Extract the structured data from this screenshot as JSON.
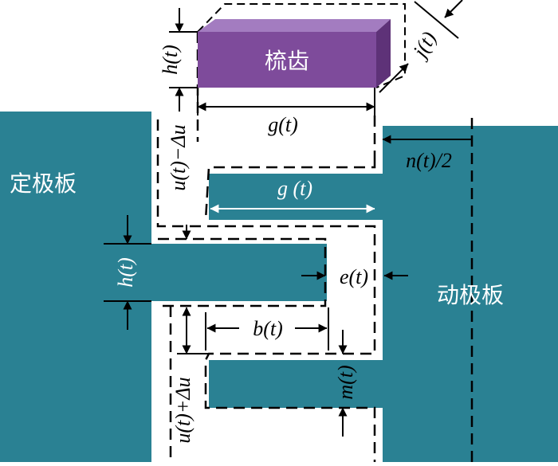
{
  "colors": {
    "plate": "#2a8193",
    "comb_front": "#7e4b9b",
    "comb_top": "#a37cc0",
    "comb_side": "#5e3278",
    "line": "#000000",
    "text_on_plate": "#ffffff"
  },
  "labels": {
    "comb_tooth": "梳齿",
    "fixed_plate": "定极板",
    "moving_plate": "动极板",
    "h_top": "h(t)",
    "u_minus": "u(t)−Δu",
    "g_top": "g(t)",
    "j": "j(t)",
    "n_half": "n(t)/2",
    "g_finger": "g (t)",
    "h_left": "h(t)",
    "e": "e(t)",
    "b": "b(t)",
    "u_plus": "u(t)+Δu",
    "m": "m(t)"
  }
}
